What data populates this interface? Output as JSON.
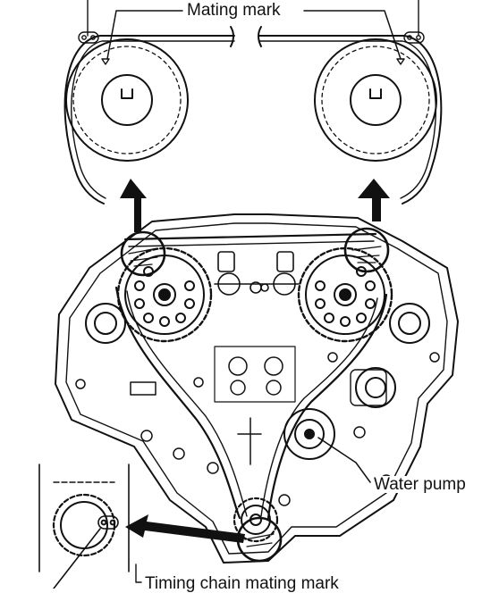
{
  "labels": {
    "mating_mark": "Mating mark",
    "water_pump": "Water pump",
    "timing_chain_mating_mark": "Timing chain mating mark"
  }
}
